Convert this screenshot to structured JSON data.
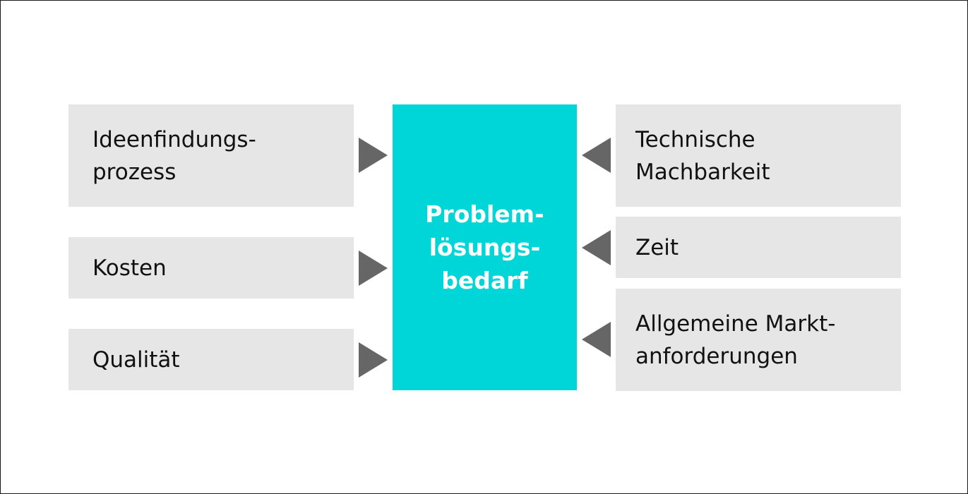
{
  "diagram": {
    "center": {
      "label": "Problem-\nlösungs-\nbedarf",
      "fill": "#00d5d8",
      "text_color": "#ffffff"
    },
    "left_inputs": [
      {
        "label": "Ideenfindungs-\nprozess"
      },
      {
        "label": "Kosten"
      },
      {
        "label": "Qualität"
      }
    ],
    "right_inputs": [
      {
        "label": "Technische\nMachbarkeit"
      },
      {
        "label": "Zeit"
      },
      {
        "label": "Allgemeine Markt-\nanforderungen"
      }
    ],
    "box_fill": "#e6e6e6",
    "arrow_color": "#666666",
    "arrow_direction": "toward-center"
  }
}
